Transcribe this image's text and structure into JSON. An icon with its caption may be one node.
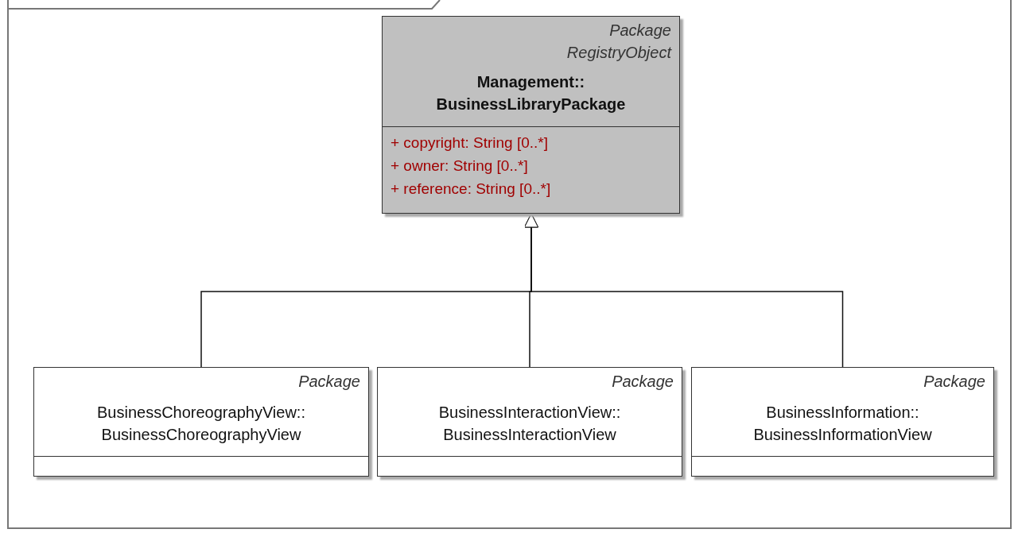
{
  "diagram": {
    "nodes": [
      {
        "text": [
          "Package",
          "RegistryObject",
          "Management:: BusinessLibraryPackage",
          "+ copyright: String [0..*]",
          "+ owner: String [0..*]",
          "+ reference: String [0..*]"
        ]
      },
      {
        "text": [
          "Package",
          "BusinessChoreographyView:: BusinessChoreographyView"
        ]
      },
      {
        "text": [
          "Package",
          "BusinessInteractionView:: BusinessInteractionView"
        ]
      },
      {
        "text": [
          "Package",
          "BusinessInformation:: BusinessInformationView"
        ]
      }
    ],
    "edges": [
      {
        "from": 1,
        "to": 0,
        "arrow": "to"
      },
      {
        "from": 2,
        "to": 0,
        "arrow": "to"
      },
      {
        "from": 3,
        "to": 0,
        "arrow": "to"
      }
    ]
  }
}
